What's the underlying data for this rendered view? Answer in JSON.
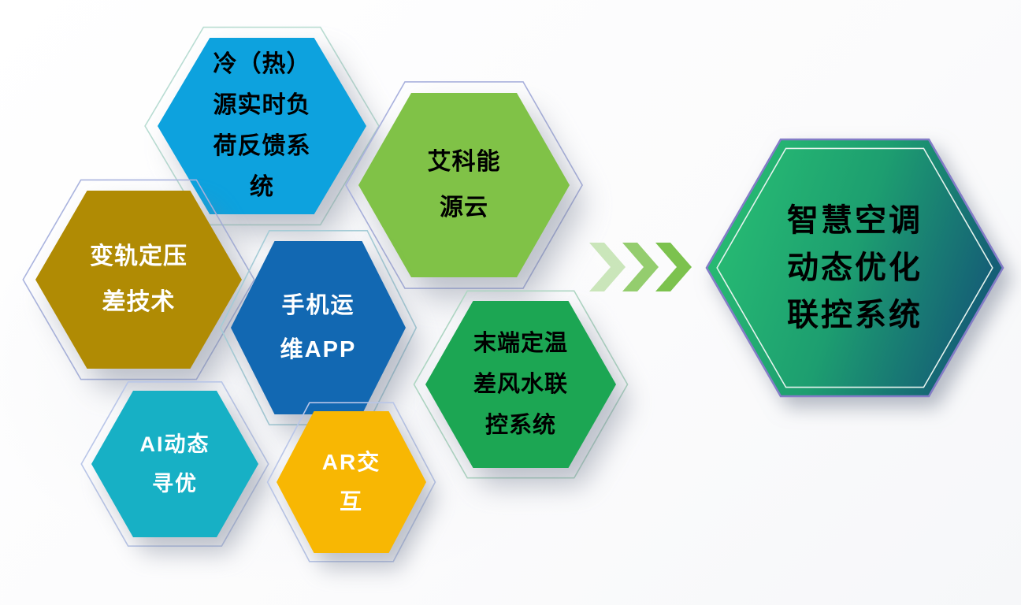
{
  "diagram": {
    "description": "hexagon technology components feeding into one integrated system",
    "hexagons": [
      {
        "id": "load-feedback",
        "lines": [
          "冷（热）",
          "源实时负",
          "荷反馈系",
          "统"
        ],
        "fill_color": "#0da2de",
        "outline_color": "#b9ddd2",
        "text_color": "#000000"
      },
      {
        "id": "energy-cloud",
        "lines": [
          "艾科能",
          "源云"
        ],
        "fill_color": "#80c247",
        "outline_color": "#a9b1dd",
        "text_color": "#000000"
      },
      {
        "id": "pressure-tech",
        "lines": [
          "变轨定压",
          "差技术"
        ],
        "fill_color": "#b08b04",
        "outline_color": "#aab4de",
        "text_color": "#ffffff"
      },
      {
        "id": "mobile-app",
        "lines": [
          "手机运",
          "维APP"
        ],
        "fill_color": "#1268b2",
        "outline_color": "#a5ccd6",
        "text_color": "#ffffff"
      },
      {
        "id": "terminal-control",
        "lines": [
          "末端定温",
          "差风水联",
          "控系统"
        ],
        "fill_color": "#1ca653",
        "outline_color": "#aed6c2",
        "text_color": "#000000"
      },
      {
        "id": "ai-optimize",
        "lines": [
          "AI动态",
          "寻优"
        ],
        "fill_color": "#17b0c5",
        "outline_color": "#b9c6e8",
        "text_color": "#ffffff"
      },
      {
        "id": "ar-interact",
        "lines": [
          "AR交",
          "互"
        ],
        "fill_color": "#f8b703",
        "outline_color": "#b9c6e8",
        "text_color": "#ffffff"
      }
    ],
    "arrow": {
      "direction": "right",
      "count": 3,
      "color": "#7cc24e"
    },
    "result": {
      "id": "smart-hvac-system",
      "lines": [
        "智慧空调",
        "动态优化",
        "联控系统"
      ],
      "gradient_start": "#29c173",
      "gradient_end": "#155f76",
      "border_color": "#837cc7",
      "inner_outline_color": "#e6f3ee",
      "text_color": "#000000"
    }
  }
}
